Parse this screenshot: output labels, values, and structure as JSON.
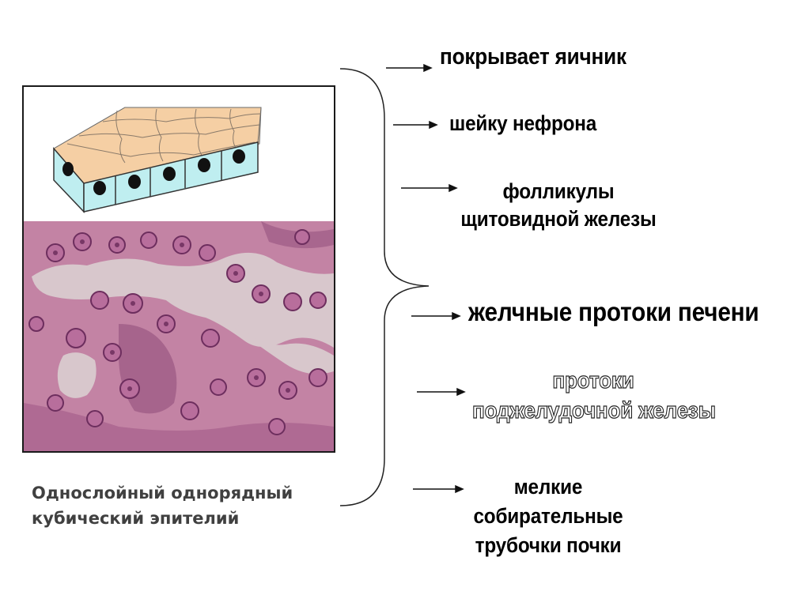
{
  "caption": {
    "line1": "Однослойный однорядный",
    "line2": "кубический эпителий"
  },
  "labels": {
    "ovary": "покрывает яичник",
    "nephron": "шейку нефрона",
    "thyroid_line1": "фолликулы",
    "thyroid_line2": "щитовидной железы",
    "liver": "желчные протоки печени",
    "pancreas_line1": "протоки",
    "pancreas_line2": "поджелудочной железы",
    "kidney_line1": "мелкие",
    "kidney_line2": "собирательные",
    "kidney_line3": "трубочки почки"
  },
  "colors": {
    "cell_top": "#f5cfa4",
    "cell_side": "#bfeef0",
    "nucleus": "#111111",
    "tissue": "#c98aa8",
    "lumen": "#d8c7cc",
    "tissue_nucleus": "#8a4a78"
  }
}
